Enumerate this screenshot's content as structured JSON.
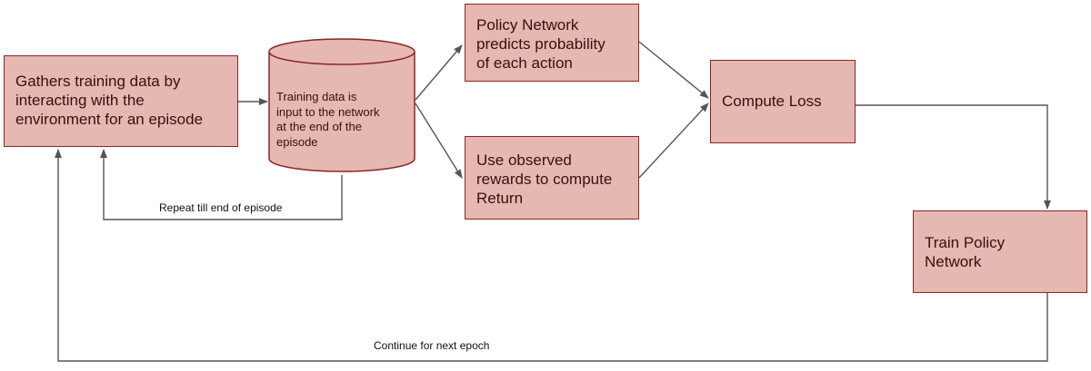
{
  "nodes": {
    "gather": "Gathers training data by\ninteracting with the\nenvironment for an episode",
    "training_data": "Training data is\ninput to the network\nat the end of the\nepisode",
    "policy": "Policy Network\npredicts probability\nof each action",
    "return": "Use observed\nrewards to compute\nReturn",
    "loss": "Compute Loss",
    "train": "Train Policy\nNetwork"
  },
  "edge_labels": {
    "repeat": "Repeat till end of episode",
    "continue": "Continue for next epoch"
  },
  "colors": {
    "node_fill": "#e6b8b2",
    "node_border": "#8b2525",
    "arrow": "#555555"
  }
}
